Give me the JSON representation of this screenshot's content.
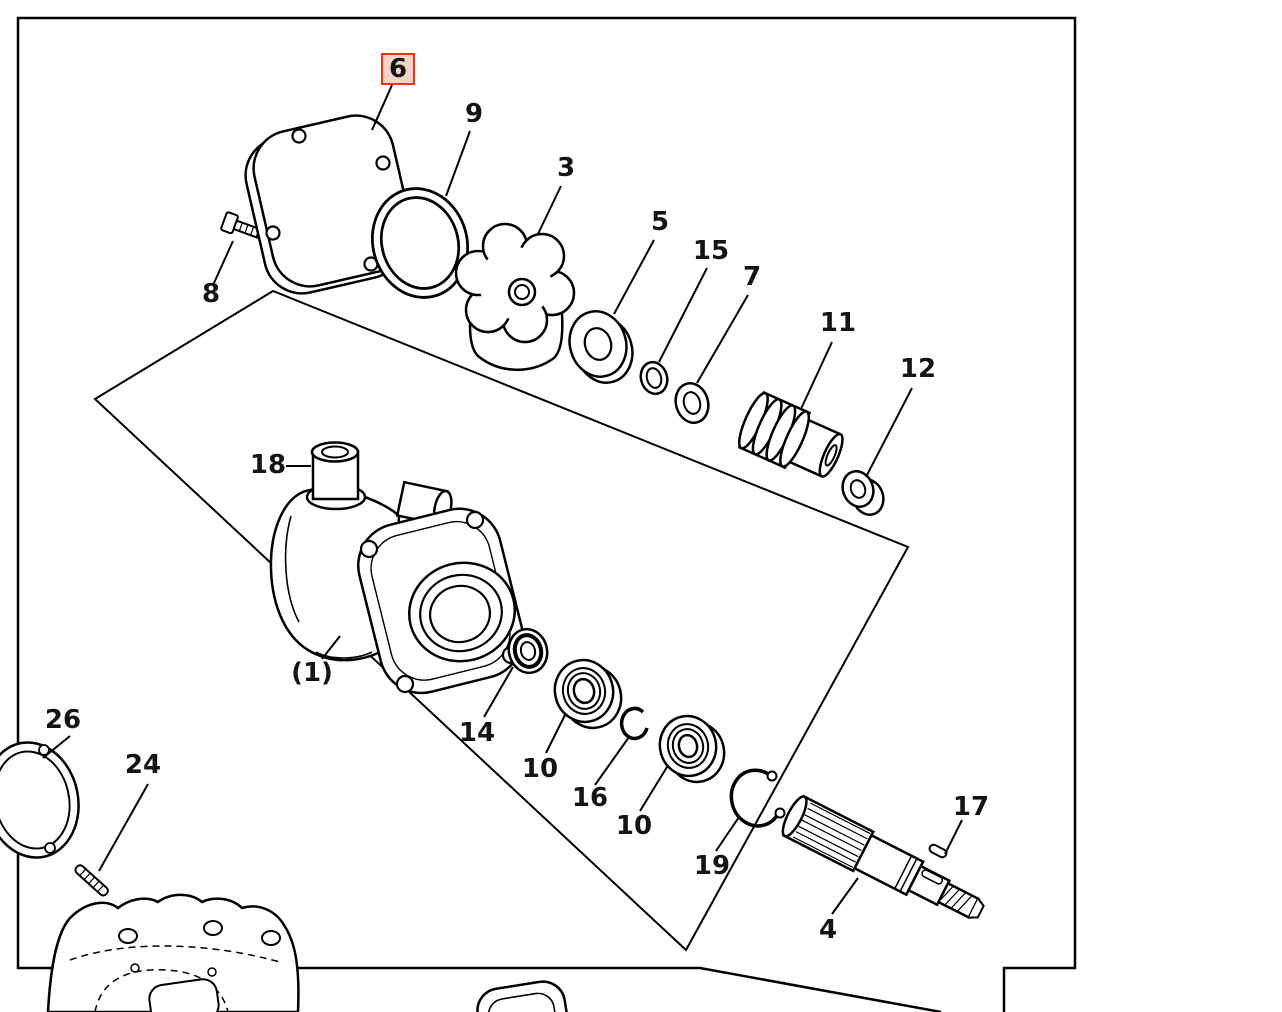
{
  "figure": {
    "type": "exploded-parts-diagram",
    "background": "#ffffff",
    "line_color": "#000000",
    "label_color": "#141414",
    "highlight_border_color": "#ee3018",
    "highlight_fill_color": "#f8d4c8"
  },
  "labels": {
    "p6": {
      "text": "6",
      "highlighted": true
    },
    "p9": {
      "text": "9",
      "highlighted": false
    },
    "p3": {
      "text": "3",
      "highlighted": false
    },
    "p5": {
      "text": "5",
      "highlighted": false
    },
    "p15": {
      "text": "15",
      "highlighted": false
    },
    "p7": {
      "text": "7",
      "highlighted": false
    },
    "p11": {
      "text": "11",
      "highlighted": false
    },
    "p12": {
      "text": "12",
      "highlighted": false
    },
    "p8": {
      "text": "8",
      "highlighted": false
    },
    "p18": {
      "text": "18",
      "highlighted": false
    },
    "p1": {
      "text": "(1)",
      "highlighted": false
    },
    "p14": {
      "text": "14",
      "highlighted": false
    },
    "p10a": {
      "text": "10",
      "highlighted": false
    },
    "p16": {
      "text": "16",
      "highlighted": false
    },
    "p10b": {
      "text": "10",
      "highlighted": false
    },
    "p19": {
      "text": "19",
      "highlighted": false
    },
    "p4": {
      "text": "4",
      "highlighted": false
    },
    "p17": {
      "text": "17",
      "highlighted": false
    },
    "p26": {
      "text": "26",
      "highlighted": false
    },
    "p24": {
      "text": "24",
      "highlighted": false
    }
  }
}
